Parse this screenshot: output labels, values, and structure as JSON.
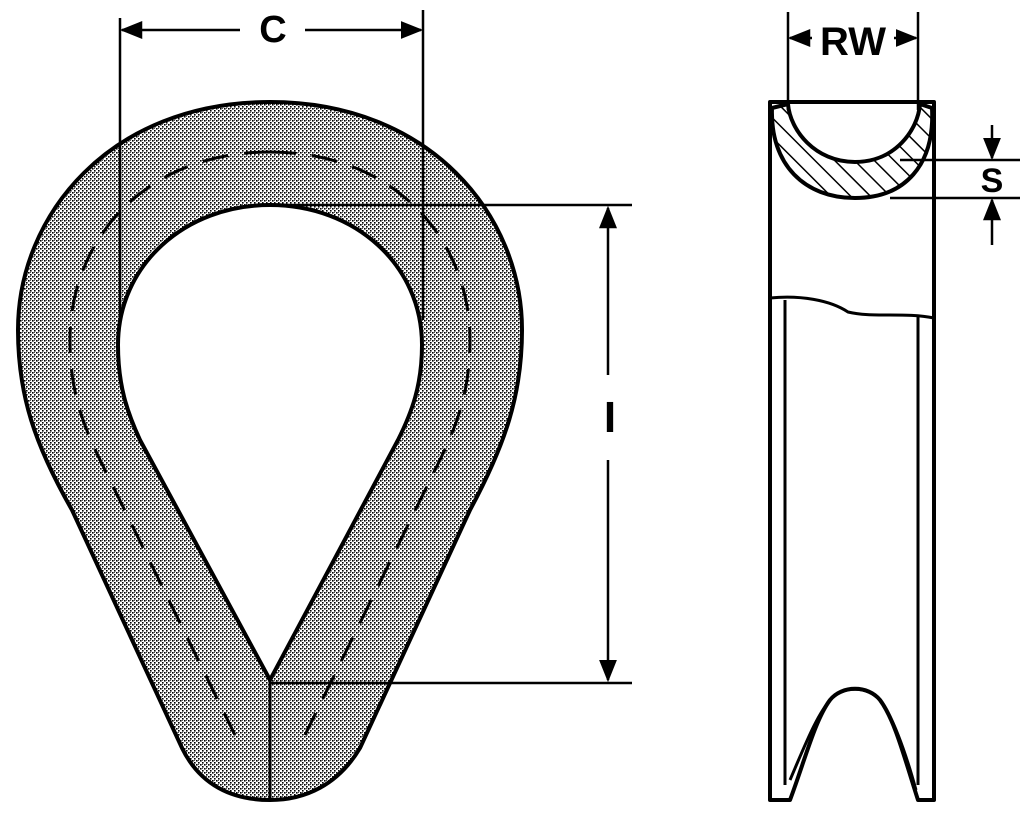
{
  "labels": {
    "c": "C",
    "rw": "RW",
    "s": "S",
    "i": "I"
  },
  "colors": {
    "ink": "#000000",
    "paper": "#ffffff"
  },
  "figures": {
    "front_view": "thimble-front-view",
    "side_view": "thimble-side-view"
  }
}
